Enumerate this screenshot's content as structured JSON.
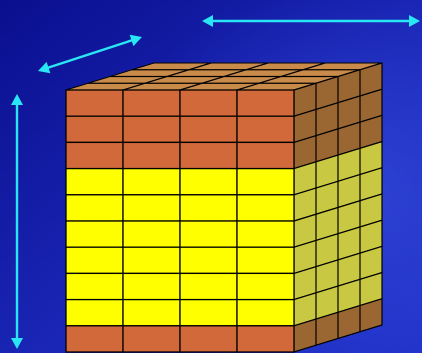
{
  "colors": {
    "background_dark": "#0a0f8e",
    "background_mid": "#2030c8",
    "arrow": "#29e6f4",
    "orange_front": "#d2693a",
    "yellow_front": "#ffff00",
    "orange_top": "#c98b4a",
    "orange_side": "#9a6632",
    "yellow_side": "#c8c842",
    "grid_line": "#000000",
    "top_edge": "#e8d0a8"
  },
  "cube": {
    "front_columns": 4,
    "depth_columns": 4,
    "layers": [
      "orange",
      "orange",
      "orange",
      "yellow",
      "yellow",
      "yellow",
      "yellow",
      "yellow",
      "yellow",
      "orange"
    ]
  },
  "arrows": [
    "depth-arrow",
    "width-arrow",
    "height-arrow"
  ]
}
